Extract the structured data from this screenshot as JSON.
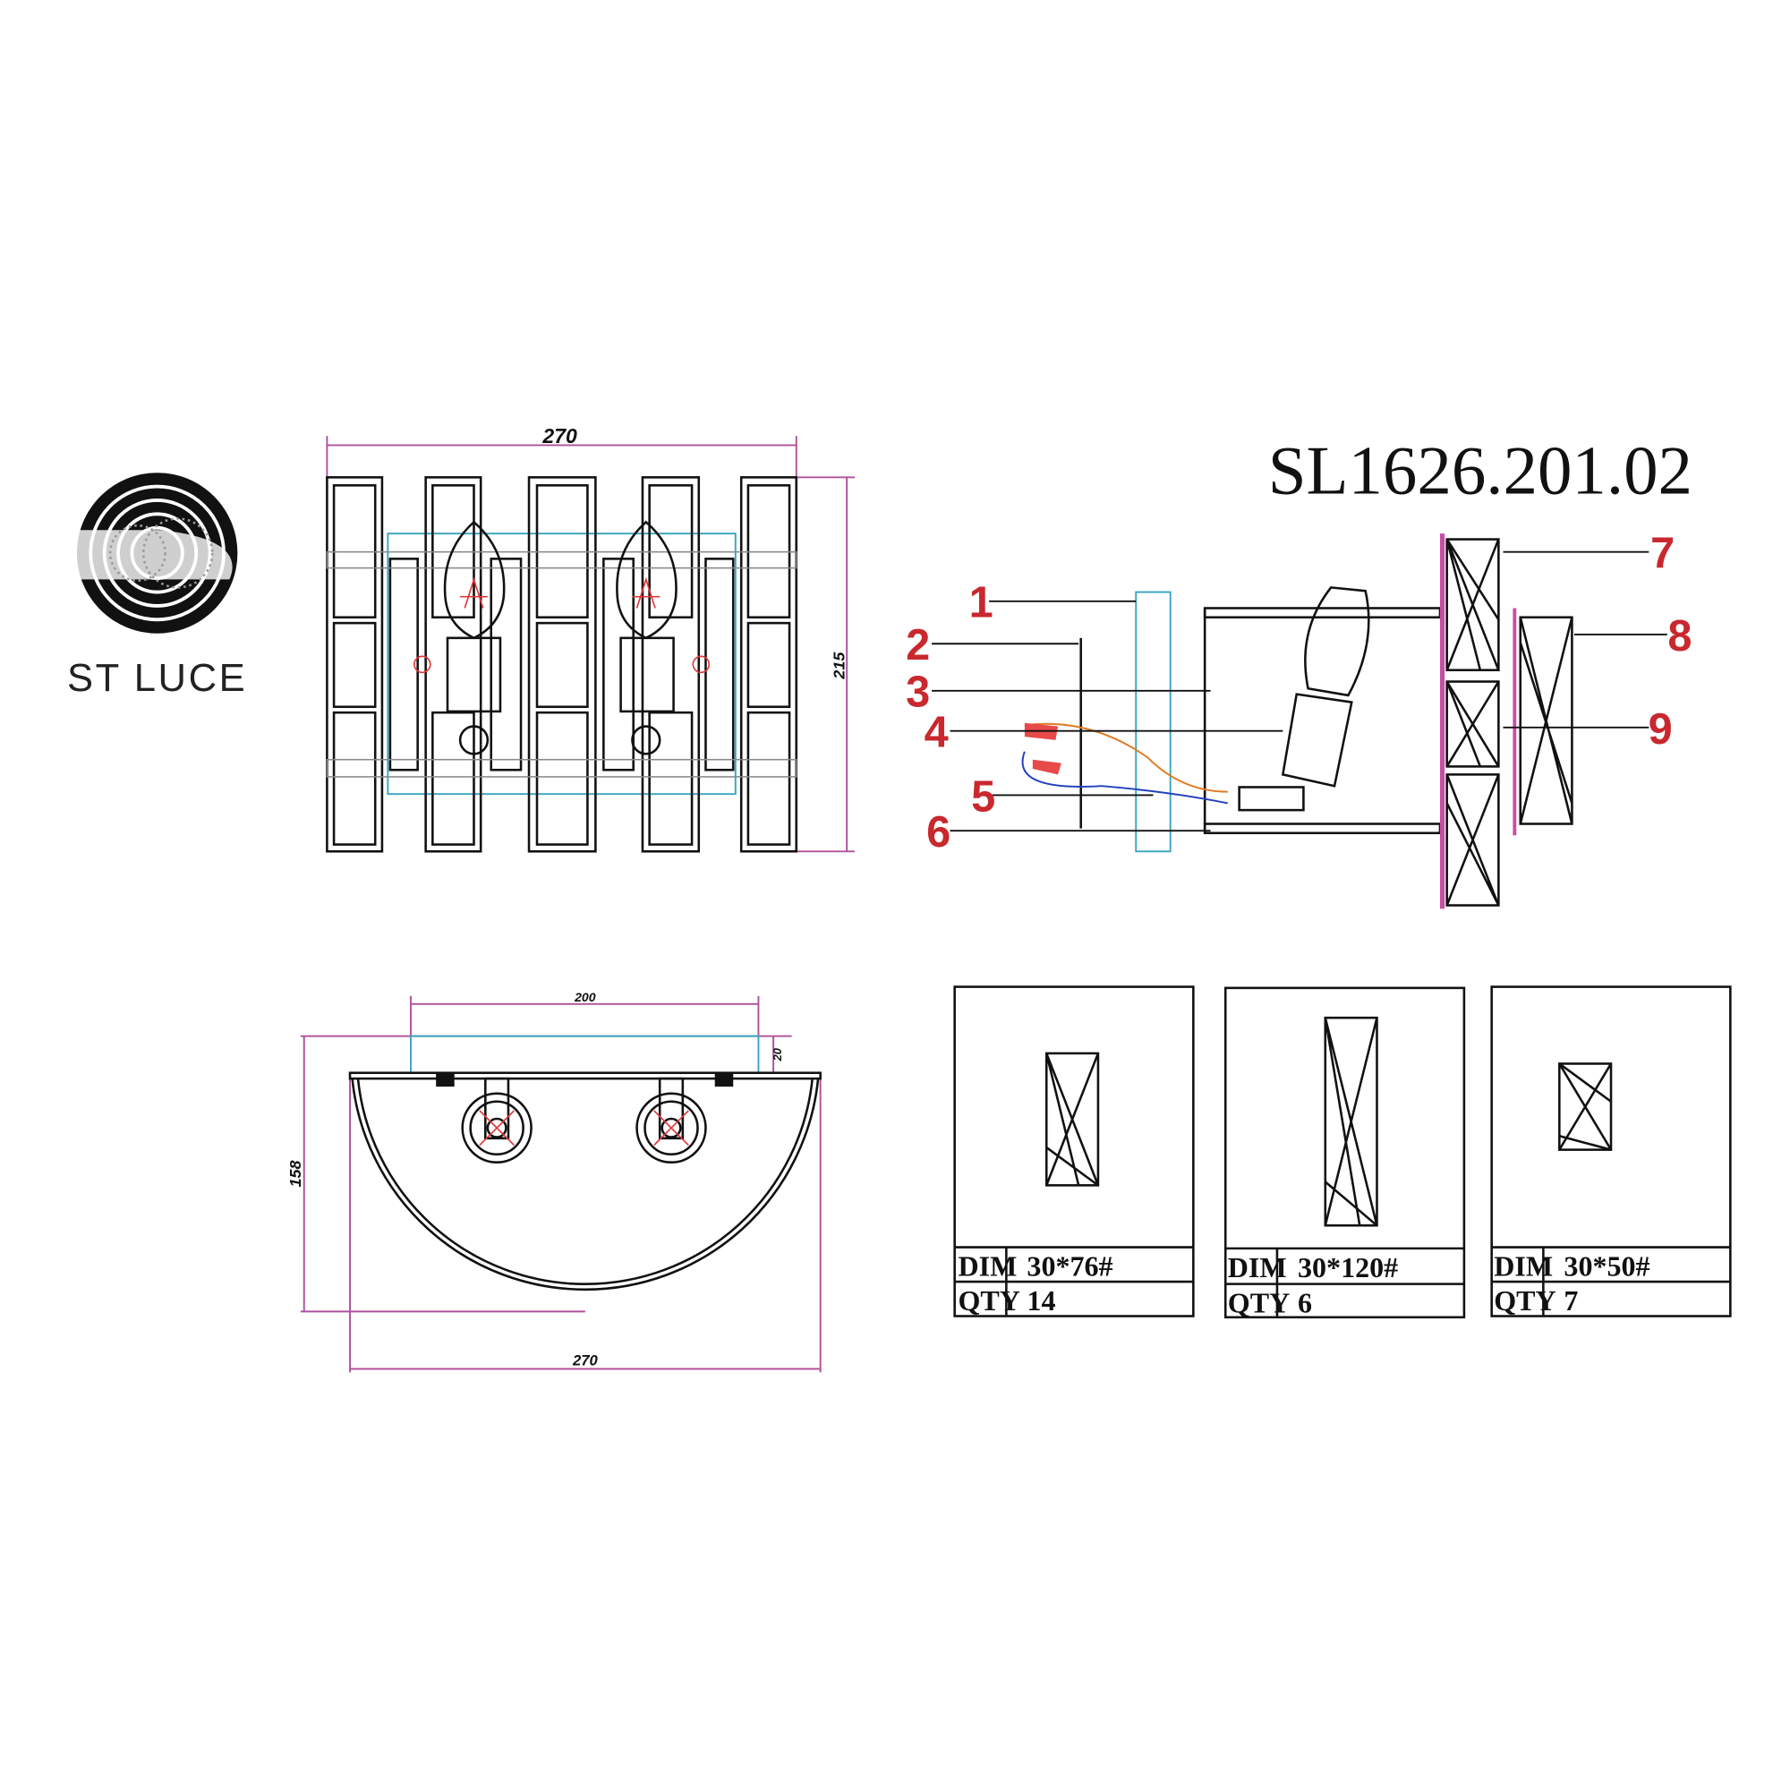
{
  "brand": {
    "name": "ST LUCE"
  },
  "model": "SL1626.201.02",
  "front_view": {
    "width_label": "270",
    "height_label": "215"
  },
  "top_view": {
    "mount_width_label": "200",
    "mount_depth_label": "20",
    "depth_label": "158",
    "width_label": "270"
  },
  "callouts": [
    "1",
    "2",
    "3",
    "4",
    "5",
    "6",
    "7",
    "8",
    "9"
  ],
  "crystal_tables": [
    {
      "dim_label": "DIM",
      "dim": "30*76#",
      "qty_label": "QTY",
      "qty": "14"
    },
    {
      "dim_label": "DIM",
      "dim": "30*120#",
      "qty_label": "QTY",
      "qty": "6"
    },
    {
      "dim_label": "DIM",
      "dim": "30*50#",
      "qty_label": "QTY",
      "qty": "7"
    }
  ],
  "colors": {
    "dimension": "#b0509a",
    "mount": "#3aa6bf",
    "callout": "#c8282e"
  }
}
